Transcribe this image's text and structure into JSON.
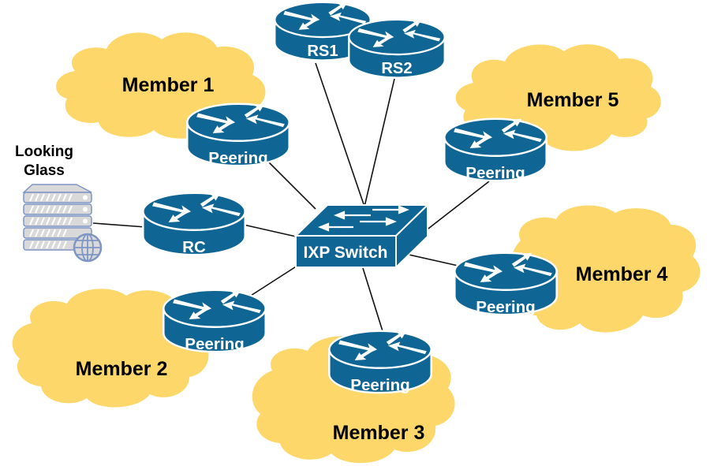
{
  "title": "IXP topology",
  "colors": {
    "device_blue": "#0f6594",
    "device_edge": "#ffffff",
    "cloud_yellow": "#fdd769",
    "server_gray": "#d9d9d9",
    "server_edge": "#7e96c4",
    "link": "#111111"
  },
  "clouds": [
    {
      "id": "member1",
      "label": "Member 1"
    },
    {
      "id": "member2",
      "label": "Member 2"
    },
    {
      "id": "member3",
      "label": "Member 3"
    },
    {
      "id": "member4",
      "label": "Member 4"
    },
    {
      "id": "member5",
      "label": "Member 5"
    }
  ],
  "routers": [
    {
      "id": "rs1",
      "label": "RS1",
      "icon": "router-icon"
    },
    {
      "id": "rs2",
      "label": "RS2",
      "icon": "router-icon"
    },
    {
      "id": "rc",
      "label": "RC",
      "icon": "router-icon"
    },
    {
      "id": "peer1",
      "label": "Peering",
      "member": "Member 1",
      "icon": "router-icon"
    },
    {
      "id": "peer2",
      "label": "Peering",
      "member": "Member 2",
      "icon": "router-icon"
    },
    {
      "id": "peer3",
      "label": "Peering",
      "member": "Member 3",
      "icon": "router-icon"
    },
    {
      "id": "peer4",
      "label": "Peering",
      "member": "Member 4",
      "icon": "router-icon"
    },
    {
      "id": "peer5",
      "label": "Peering",
      "member": "Member 5",
      "icon": "router-icon"
    }
  ],
  "switch": {
    "id": "ixp",
    "label": "IXP Switch",
    "icon": "switch-icon"
  },
  "server": {
    "id": "lg",
    "label_line1": "Looking",
    "label_line2": "Glass",
    "icon": "server-globe-icon"
  },
  "links": [
    {
      "from": "ixp",
      "to": "rs1"
    },
    {
      "from": "ixp",
      "to": "rs2"
    },
    {
      "from": "ixp",
      "to": "peer1"
    },
    {
      "from": "ixp",
      "to": "peer5"
    },
    {
      "from": "ixp",
      "to": "rc"
    },
    {
      "from": "ixp",
      "to": "peer4"
    },
    {
      "from": "ixp",
      "to": "peer2"
    },
    {
      "from": "ixp",
      "to": "peer3"
    },
    {
      "from": "rc",
      "to": "lg"
    }
  ]
}
